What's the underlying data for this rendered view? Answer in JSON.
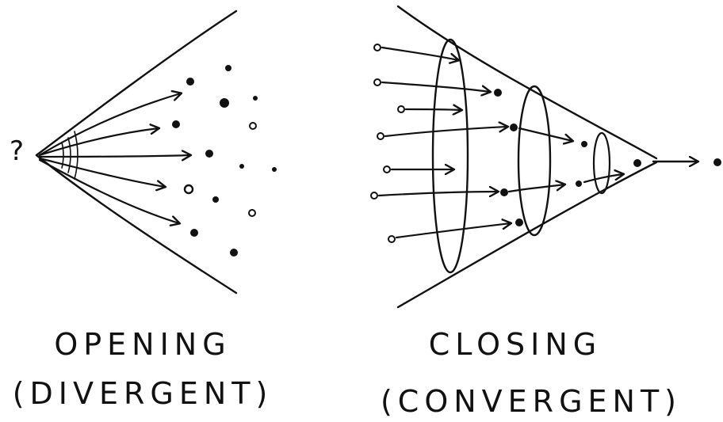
{
  "opening": {
    "marker": "?",
    "title": "OPENING",
    "subtitle": "(DIVERGENT)"
  },
  "closing": {
    "title": "CLOSING",
    "subtitle": "(CONVERGENT)"
  },
  "ink_color": "#111111",
  "background": "#ffffff"
}
